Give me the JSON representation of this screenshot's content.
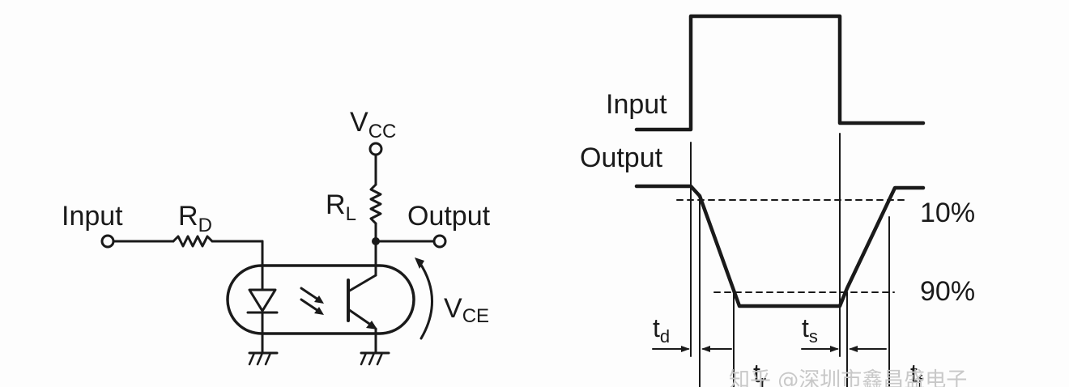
{
  "circuit": {
    "input_label": "Input",
    "rd_label": {
      "main": "R",
      "sub": "D"
    },
    "vcc_label": {
      "main": "V",
      "sub": "CC"
    },
    "rl_label": {
      "main": "R",
      "sub": "L"
    },
    "output_label": "Output",
    "vce_label": {
      "main": "V",
      "sub": "CE"
    }
  },
  "timing": {
    "input_label": "Input",
    "output_label": "Output",
    "level_10": "10%",
    "level_90": "90%",
    "td": {
      "main": "t",
      "sub": "d"
    },
    "tr": {
      "main": "t",
      "sub": "r"
    },
    "ts": {
      "main": "t",
      "sub": "s"
    },
    "tf": {
      "main": "t",
      "sub": "f"
    }
  },
  "watermark": "知乎 @深圳市鑫昌盛电子"
}
